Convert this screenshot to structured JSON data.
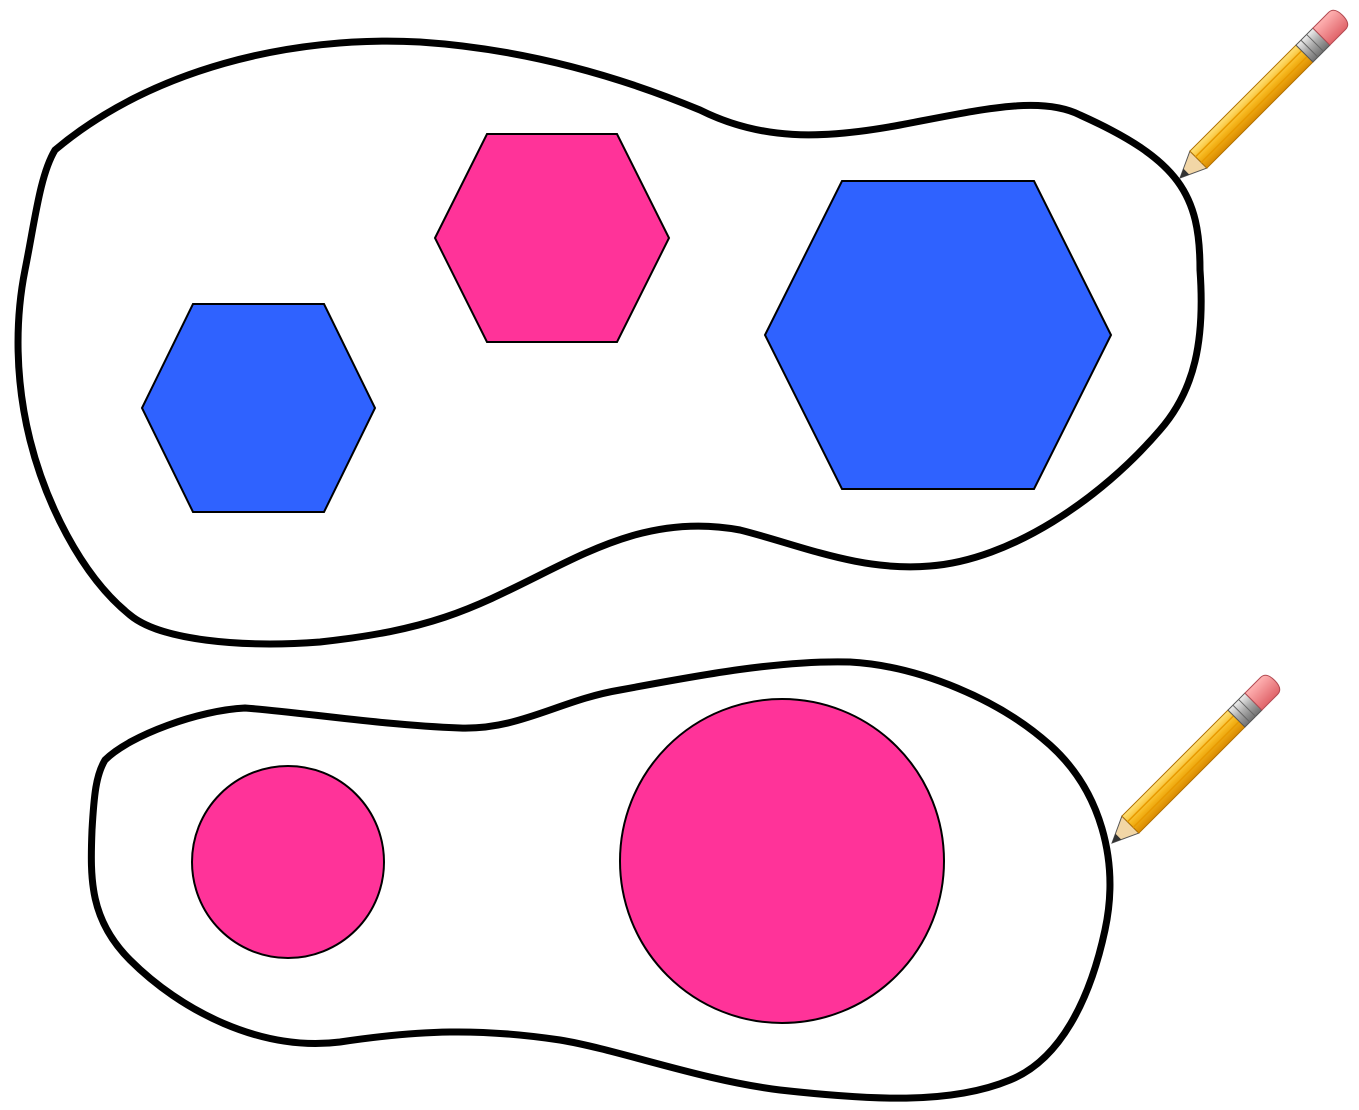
{
  "colors": {
    "background": "#ffffff",
    "outline": "#000000",
    "blue": "#2f62ff",
    "pink": "#ff3399",
    "pencil_body": "#f5b51a",
    "pencil_eraser": "#f07f84",
    "pencil_ferrule": "#c9c9c9",
    "pencil_wood": "#f2d6a6",
    "pencil_lead": "#333333"
  },
  "groups": [
    {
      "name": "hexagon-group",
      "shapes": [
        {
          "kind": "hexagon",
          "color": "blue"
        },
        {
          "kind": "hexagon",
          "color": "pink"
        },
        {
          "kind": "hexagon",
          "color": "blue"
        }
      ],
      "icon": "pencil-icon"
    },
    {
      "name": "circle-group",
      "shapes": [
        {
          "kind": "circle",
          "color": "pink"
        },
        {
          "kind": "circle",
          "color": "pink"
        }
      ],
      "icon": "pencil-icon"
    }
  ]
}
